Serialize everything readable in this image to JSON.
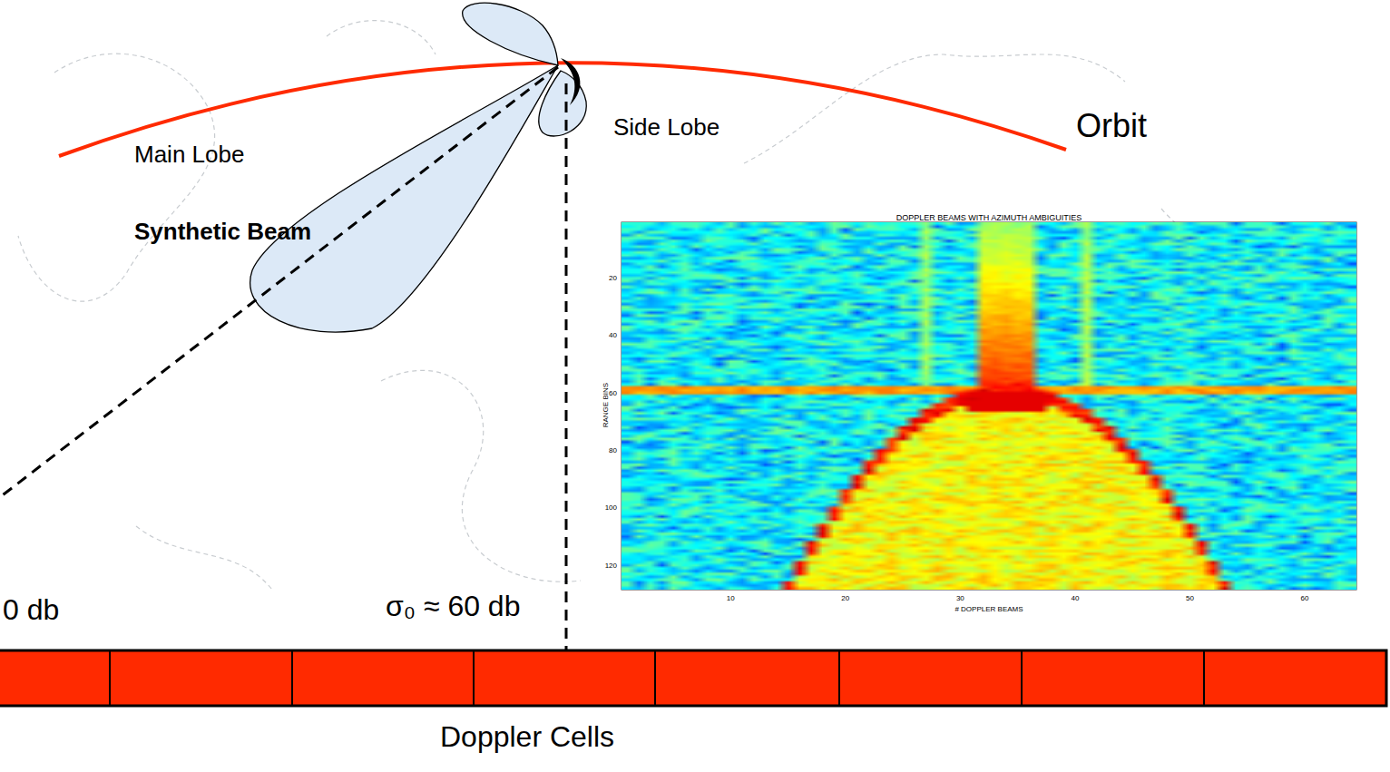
{
  "diagram": {
    "labels": [
      "Main Lobe",
      "Side Lobe",
      "Orbit",
      "Synthetic Beam",
      "DOPPLER BEAMS WITH AZIMUTH AMBIGUITIES",
      "RANGE BINS",
      "20",
      "40",
      "60",
      "80",
      "100",
      "120",
      "10",
      "20",
      "30",
      "40",
      "50",
      "60",
      "# DOPPLER BEAMS",
      "0 db",
      "σ₀ ≈ 60 db",
      "Doppler Cells"
    ]
  }
}
